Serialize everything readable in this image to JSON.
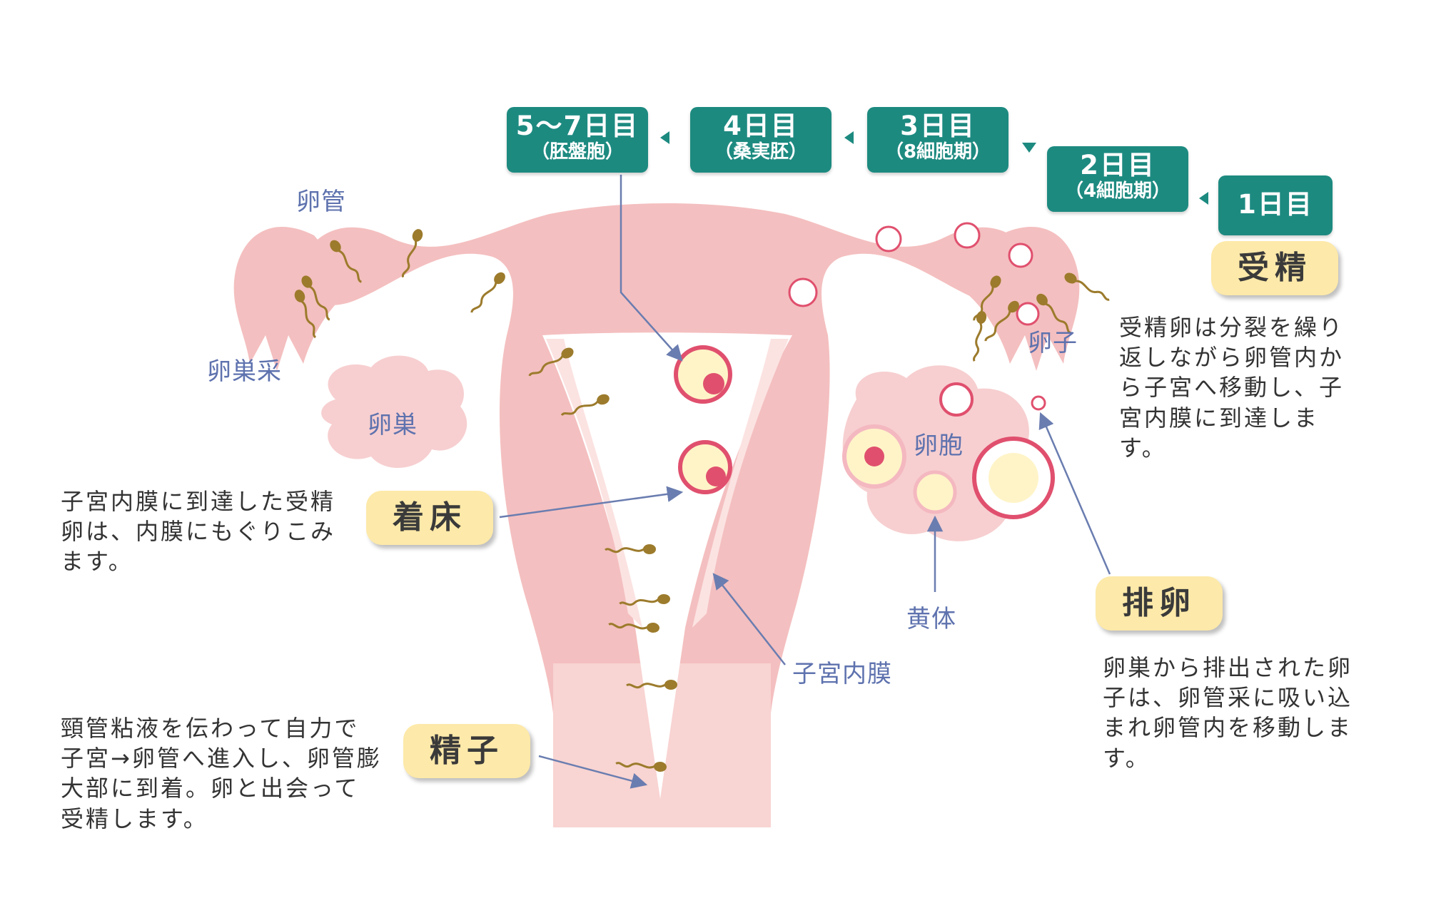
{
  "timeline": {
    "day1": {
      "main": "1日目"
    },
    "day2": {
      "main": "2日目",
      "sub": "（4細胞期）"
    },
    "day3": {
      "main": "3日目",
      "sub": "（8細胞期）"
    },
    "day4": {
      "main": "4日目",
      "sub": "（桑実胚）"
    },
    "day5to7": {
      "main": "5〜7日目",
      "sub": "（胚盤胞）"
    }
  },
  "stages": {
    "fertilization": {
      "title": "受精",
      "description": "受精卵は分裂を繰り返しながら卵管内から子宮へ移動し、子宮内膜に到達します。"
    },
    "implantation": {
      "title": "着床",
      "description": "子宮内膜に到達した受精卵は、内膜にもぐりこみます。"
    },
    "ovulation": {
      "title": "排卵",
      "description": "卵巣から排出された卵子は、卵管采に吸い込まれ卵管内を移動します。"
    },
    "sperm": {
      "title": "精子",
      "description": "頸管粘液を伝わって自力で子宮→卵管へ進入し、卵管膨大部に到着。卵と出会って受精します。"
    }
  },
  "anatomy_labels": {
    "fallopian_tube": "卵管",
    "fimbria": "卵巣采",
    "ovary": "卵巣",
    "egg": "卵子",
    "follicle": "卵胞",
    "corpus_luteum": "黄体",
    "endometrium": "子宮内膜"
  },
  "colors": {
    "day_box": "#1d8a80",
    "pill": "#fde9a9",
    "uterus": "#f4bfc0",
    "label_text": "#5e72ae",
    "arrow": "#6a7db0"
  }
}
